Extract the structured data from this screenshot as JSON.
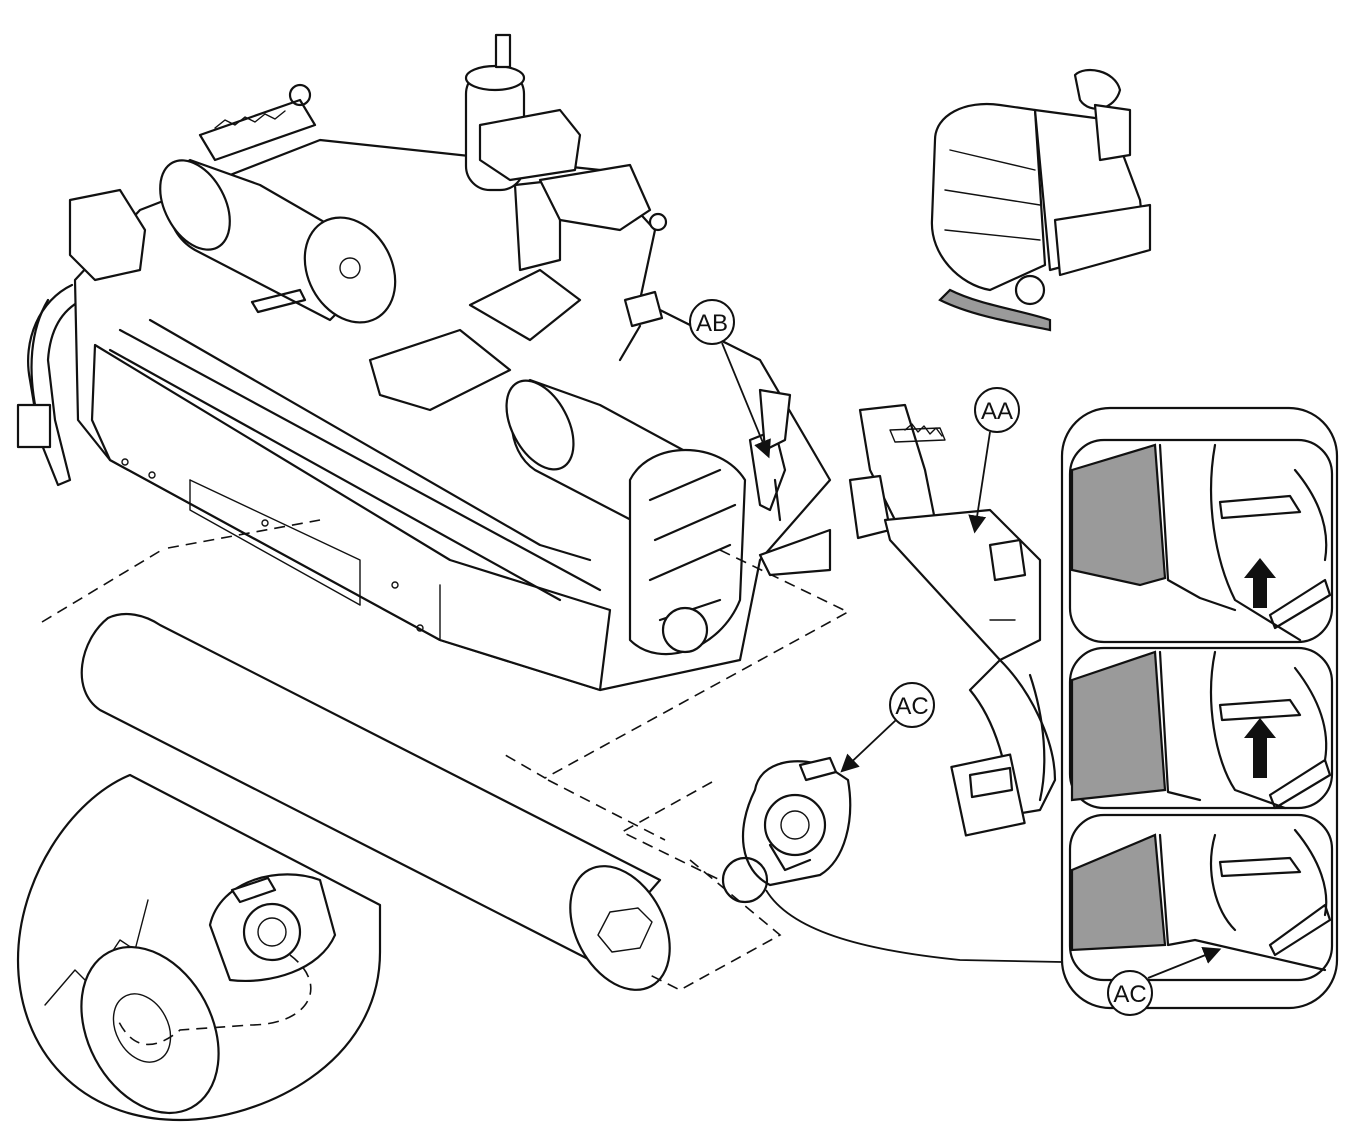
{
  "callouts": {
    "ab": "AB",
    "aa": "AA",
    "ac_part": "AC",
    "ac_detail": "AC"
  }
}
